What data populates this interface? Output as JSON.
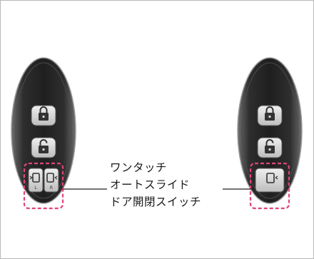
{
  "callout": {
    "line1": "ワンタッチ",
    "line2": "オートスライド",
    "line3": "ドア開閉スイッチ"
  },
  "colors": {
    "fob_body": "#2b2b2b",
    "fob_rim": "#8a8a8a",
    "highlight_dash": "#e0457b",
    "button_face": "#d9d9d9",
    "frame": "#b9b9b9"
  },
  "left_fob": {
    "button_marks": [
      "L",
      "R"
    ]
  }
}
